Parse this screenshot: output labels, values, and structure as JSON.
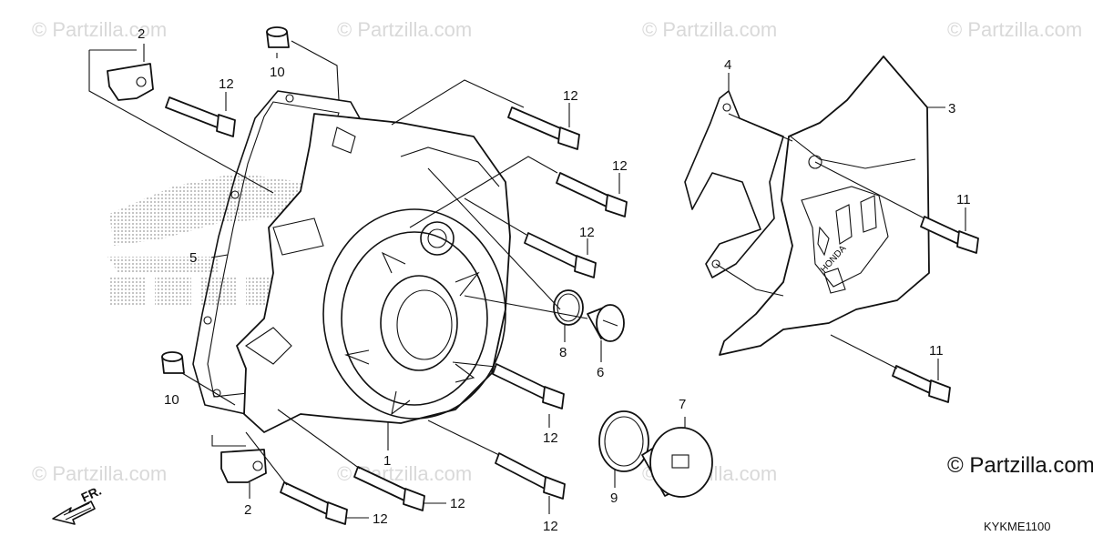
{
  "watermark": {
    "text": "© Partzilla.com"
  },
  "copyright": "© Partzilla.com",
  "reference_code": "KYKME1100",
  "direction_label": "FR.",
  "callouts": {
    "c1": "1",
    "c2a": "2",
    "c2b": "2",
    "c3": "3",
    "c4": "4",
    "c5": "5",
    "c6": "6",
    "c7": "7",
    "c8": "8",
    "c9": "9",
    "c10a": "10",
    "c10b": "10",
    "c11a": "11",
    "c11b": "11",
    "c12a": "12",
    "c12b": "12",
    "c12c": "12",
    "c12d": "12",
    "c12e": "12",
    "c12f": "12",
    "c12g": "12",
    "c12h": "12"
  },
  "colors": {
    "line": "#111111",
    "watermark": "#d9d9d9",
    "honda_logo_dots": "#9a9a9a"
  }
}
